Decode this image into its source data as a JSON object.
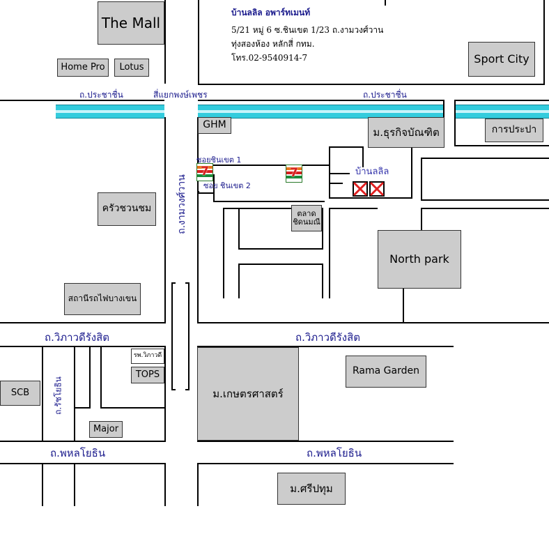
{
  "address": {
    "name": "บ้านลลิล อพาร์ทเมนท์",
    "line1": "5/21 หมู่ 6 ซ.ชินเขต 1/23 ถ.งามวงศ์วาน",
    "line2": "ทุ่งสองห้อง  หลักสี่ กทม.",
    "phone": "โทร.02-9540914-7"
  },
  "roads": {
    "prachachuen_left": "ถ.ประชาชื่น",
    "intersection": "สี่แยกพงษ์เพชร",
    "prachachuen_right": "ถ.ประชาชื่น",
    "soi_1": "ซอยชินเขต 1",
    "soi_2": "ซอย ชินเขต 2",
    "ngamwongwan": "ถ.งามวงศ์วาน",
    "vibhavadi_left": "ถ.วิภาวดีรังสิต",
    "vibhavadi_right": "ถ.วิภาวดีรังสิต",
    "ratchayothin": "ถ.รัชโยธิน",
    "phahonyothin_left": "ถ.พหลโยธิน",
    "phahonyothin_right": "ถ.พหลโยธิน"
  },
  "landmarks": {
    "the_mall": "The Mall",
    "home_pro": "Home Pro",
    "lotus": "Lotus",
    "sport_city": "Sport City",
    "ghm": "GHM",
    "dpu": "ม.ธุรกิจบัณฑิต",
    "waterworks": "การประปา",
    "restaurant": "ครัวชวนชม",
    "train_station": "สถานีรถไฟบางเขน",
    "market": "ตลาด\nชิดนมณี",
    "north_park": "North park",
    "hospital": "รพ.วิภาวดี",
    "tops": "TOPS",
    "scb": "SCB",
    "major": "Major",
    "kasetsart": "ม.เกษตรศาสตร์",
    "rama_garden": "Rama Garden",
    "sripatum": "ม.ศรีปทุม"
  },
  "destination_label": "บ้านลลิล",
  "colors": {
    "canal": "#33ccdd",
    "road_label": "#1a1a8c",
    "landmark_fill": "#cccccc",
    "seven_eleven_green": "#1a8a3a",
    "seven_eleven_orange": "#e8731a",
    "seven_eleven_red": "#d62020"
  },
  "icons": [
    "seven-eleven-icon",
    "seven-eleven-icon",
    "crossed-out-icon",
    "crossed-out-icon"
  ]
}
